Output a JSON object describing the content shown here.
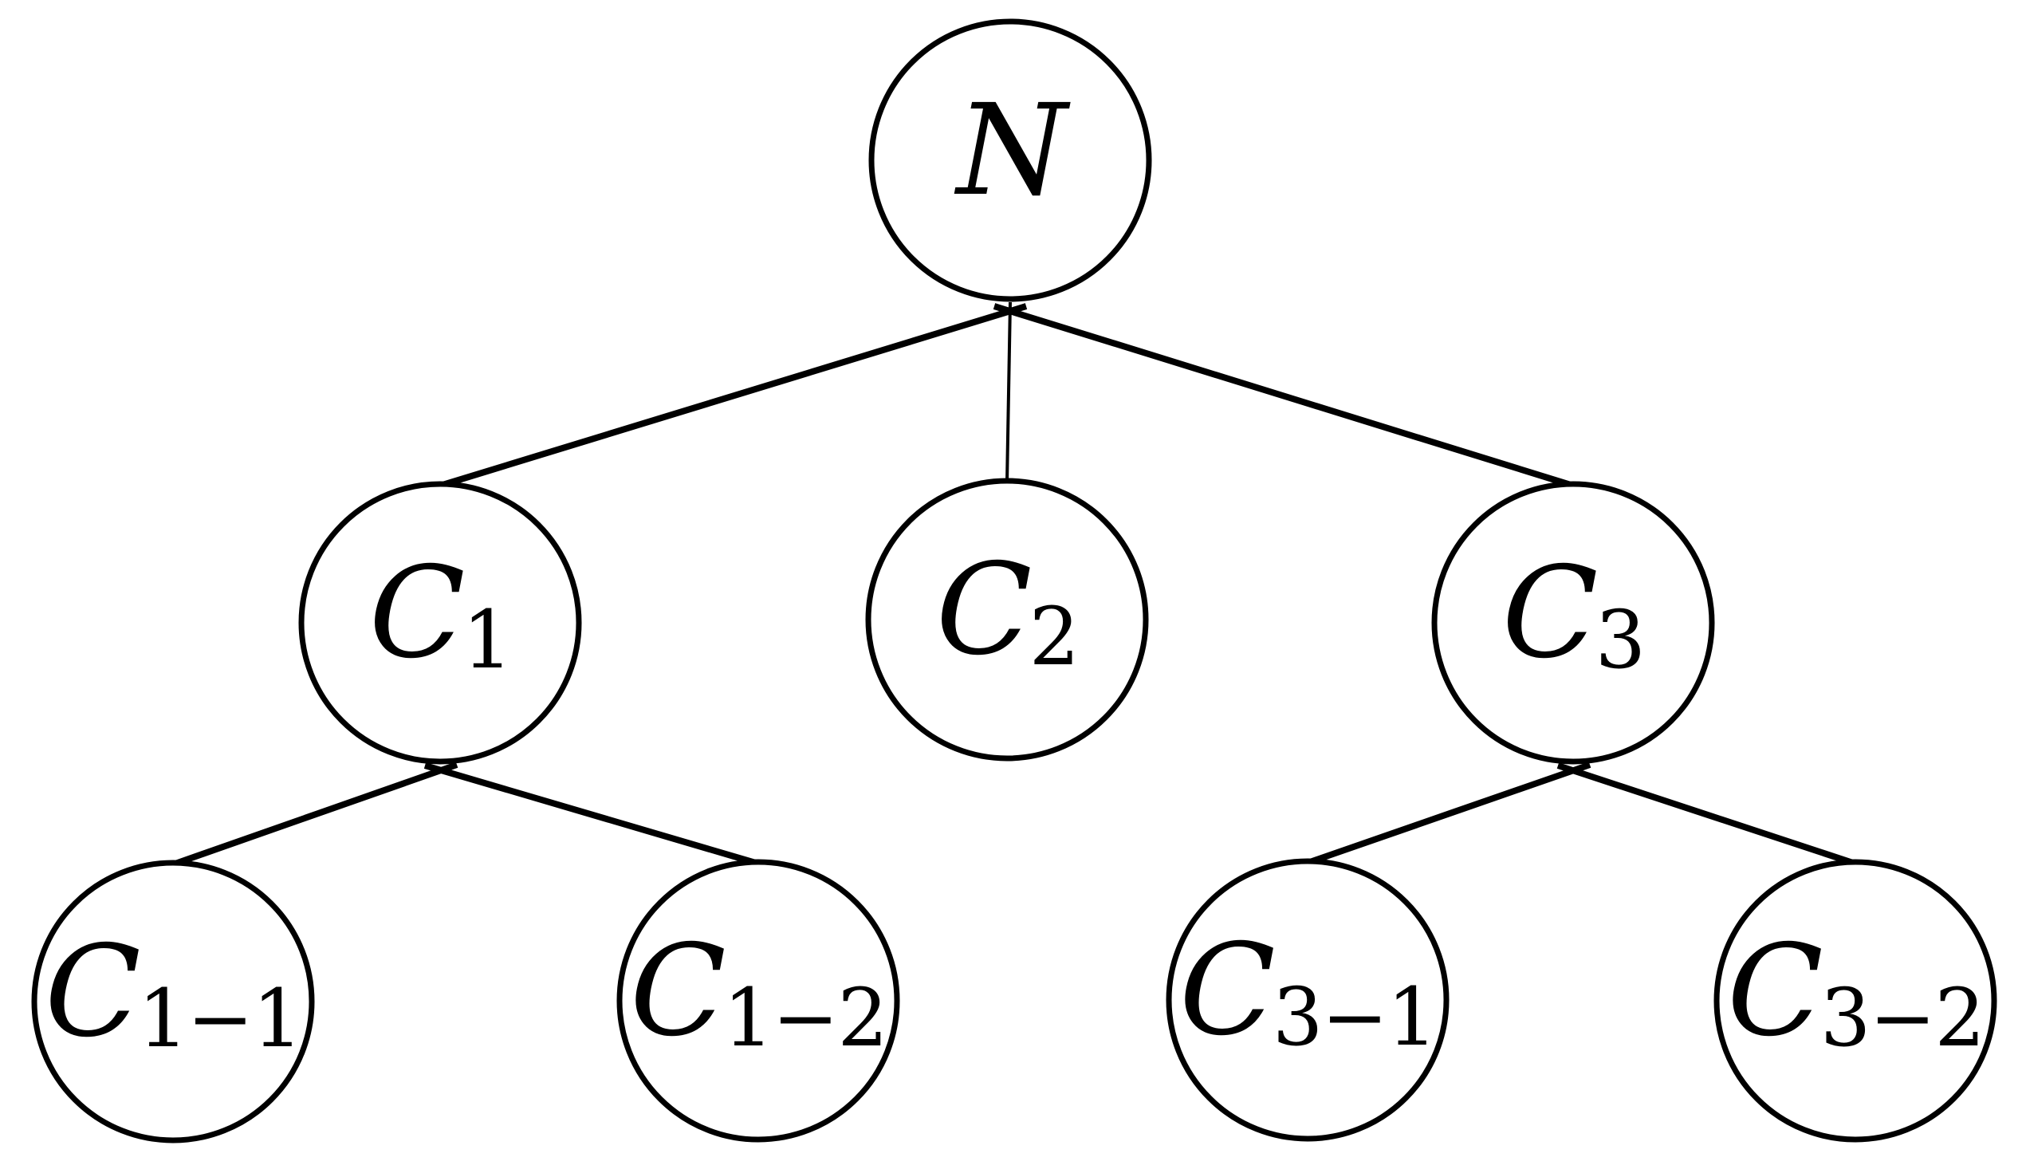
{
  "diagram": {
    "type": "tree",
    "nodes": {
      "root": {
        "id": "N",
        "base": "N",
        "sub": ""
      },
      "c1": {
        "id": "C1",
        "base": "C",
        "sub": "1"
      },
      "c2": {
        "id": "C2",
        "base": "C",
        "sub": "2"
      },
      "c3": {
        "id": "C3",
        "base": "C",
        "sub": "3"
      },
      "c1_1": {
        "id": "C1-1",
        "base": "C",
        "sub": "1−1"
      },
      "c1_2": {
        "id": "C1-2",
        "base": "C",
        "sub": "1−2"
      },
      "c3_1": {
        "id": "C3-1",
        "base": "C",
        "sub": "3−1"
      },
      "c3_2": {
        "id": "C3-2",
        "base": "C",
        "sub": "3−2"
      }
    },
    "edges": [
      {
        "from": "N",
        "to": "C1"
      },
      {
        "from": "N",
        "to": "C2"
      },
      {
        "from": "N",
        "to": "C3"
      },
      {
        "from": "C1",
        "to": "C1-1"
      },
      {
        "from": "C1",
        "to": "C1-2"
      },
      {
        "from": "C3",
        "to": "C3-1"
      },
      {
        "from": "C3",
        "to": "C3-2"
      }
    ]
  },
  "colors": {
    "line": "#000000",
    "background": "#ffffff",
    "node_fill": "#ffffff"
  }
}
